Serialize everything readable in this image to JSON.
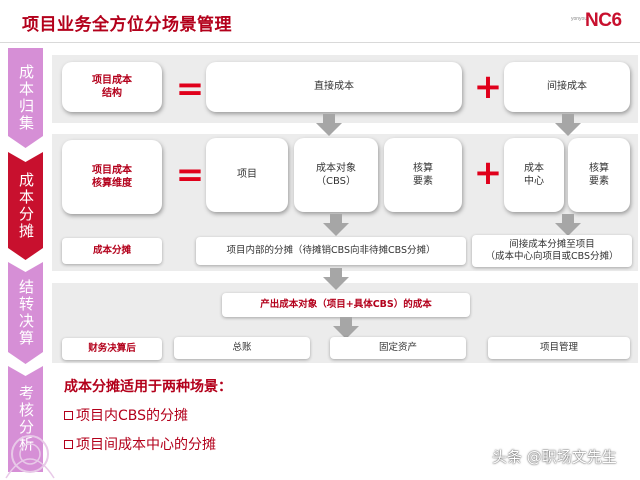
{
  "header": {
    "title": "项目业务全方位分场景管理",
    "logo_small": "yonyou",
    "logo_main": "NC6"
  },
  "sidebar": {
    "tabs": [
      {
        "label": "成本归集",
        "color": "#d68fd6"
      },
      {
        "label": "成本分摊",
        "color": "#c8102e"
      },
      {
        "label": "结转决算",
        "color": "#d68fd6"
      },
      {
        "label": "考核分析",
        "color": "#d68fd6"
      }
    ]
  },
  "row1": {
    "left": "项目成本\n结构",
    "eq": "=",
    "direct": "直接成本",
    "plus": "+",
    "indirect": "间接成本"
  },
  "row2": {
    "left": "项目成本\n核算维度",
    "eq": "=",
    "project": "项目",
    "cost_object": "成本对象\n（CBS）",
    "accounting_elements_1": "核算\n要素",
    "plus": "+",
    "cost_center": "成本\n中心",
    "accounting_elements_2": "核算\n要素"
  },
  "row3": {
    "label": "成本分摊",
    "inner": "项目内部的分摊（待摊销CBS向非待摊CBS分摊）",
    "outer": "间接成本分摊至项目\n（成本中心向项目或CBS分摊）"
  },
  "row4": {
    "result": "产出成本对象（项目+具体CBS）的成本"
  },
  "row5": {
    "label": "财务决算后",
    "ledger": "总账",
    "fixed_assets": "固定资产",
    "project_mgmt": "项目管理"
  },
  "scenarios": {
    "title": "成本分摊适用于两种场景：",
    "items": [
      "项目内CBS的分摊",
      "项目间成本中心的分摊"
    ]
  },
  "watermark": "头条 @职场文先生",
  "colors": {
    "accent": "#b3001b",
    "operator": "#e0001b",
    "band": "#ececec",
    "arrow": "#a6a6a6"
  }
}
